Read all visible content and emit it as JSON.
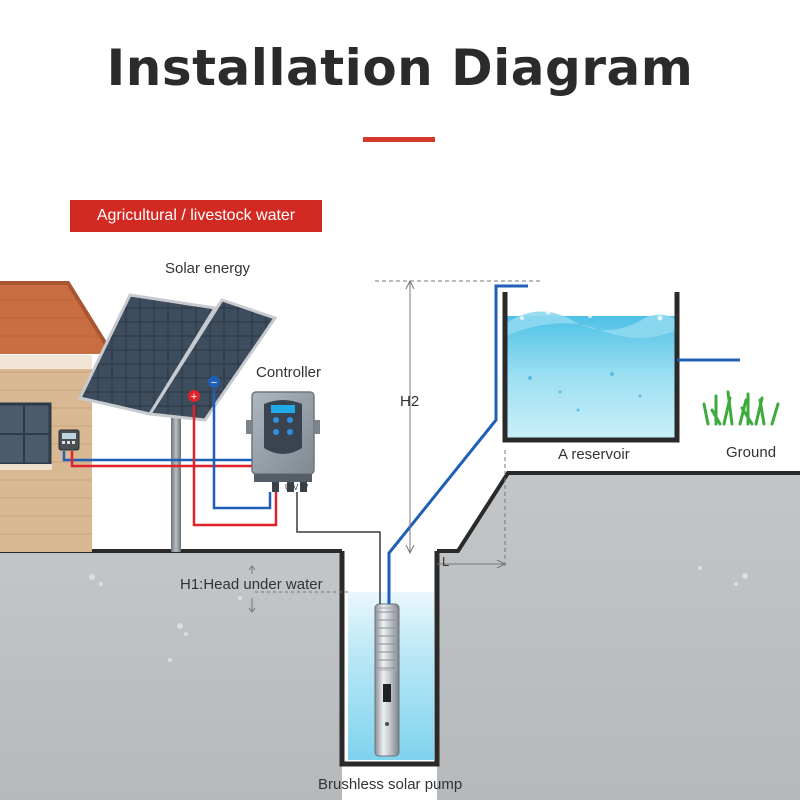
{
  "title": "Installation Diagram",
  "badge": "Agricultural / livestock water",
  "labels": {
    "solar": "Solar energy",
    "controller": "Controller",
    "h2": "H2",
    "reservoir": "A reservoir",
    "ground": "Ground",
    "l": "L",
    "h1": "H1:Head under water",
    "pump": "Brushless solar pump",
    "uvw": "U V W",
    "plus": "+",
    "minus": "−"
  },
  "colors": {
    "accent_red": "#d22a22",
    "wire_red": "#e0232a",
    "wire_blue": "#1f5fb8",
    "ground_grey": "#bcbfc1",
    "water_blue": "#6fd0ea",
    "house_roof": "#c96e43",
    "house_wall": "#d7b690",
    "controller_grey": "#9aa4ad",
    "grass_green": "#3cab3c"
  }
}
